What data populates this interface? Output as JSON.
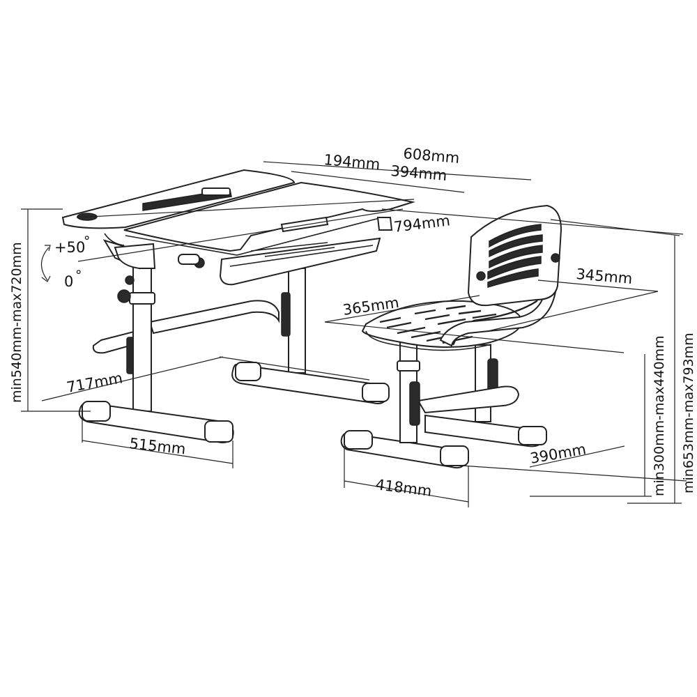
{
  "dimensions": {
    "desk_depth_total": "608mm",
    "desk_depth_fixed": "194mm",
    "desk_depth_tilt": "394mm",
    "desk_width": "794mm",
    "desk_frame_width": "717mm",
    "desk_foot_depth": "515mm",
    "desk_height_range": "min540mm-max720mm",
    "tilt_max": "+50",
    "tilt_min": "0",
    "degree_symbol": "°",
    "seat_width": "365mm",
    "seat_depth": "345mm",
    "chair_base_width": "390mm",
    "chair_base_depth": "418mm",
    "seat_height_range": "min300mm-max440mm",
    "backrest_height_range": "min653mm-max793mm"
  },
  "colors": {
    "line": "#222222",
    "accent_dark": "#2a2a2a",
    "accent_gray": "#bdbdbd",
    "background": "#ffffff"
  }
}
